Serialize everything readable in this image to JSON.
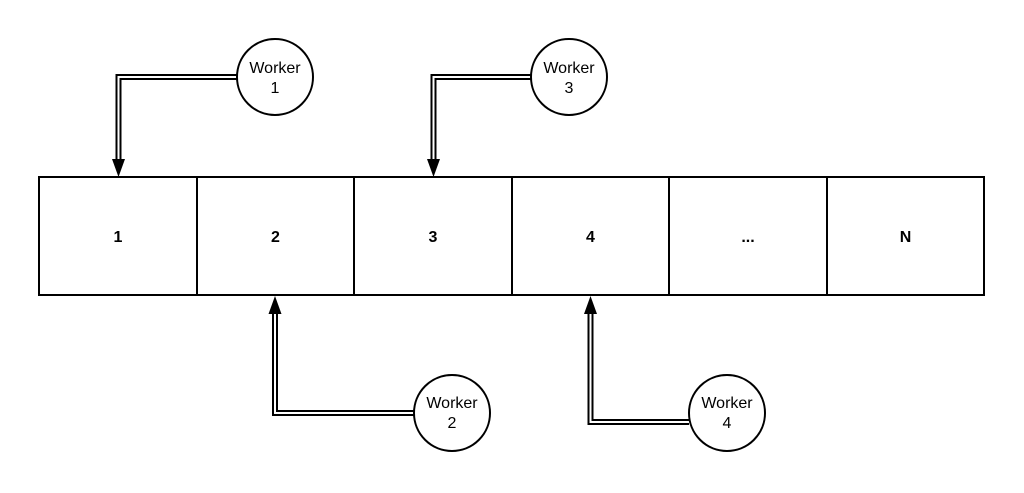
{
  "cells": [
    {
      "label": "1"
    },
    {
      "label": "2"
    },
    {
      "label": "3"
    },
    {
      "label": "4"
    },
    {
      "label": "..."
    },
    {
      "label": "N"
    }
  ],
  "workers": [
    {
      "line1": "Worker",
      "line2": "1",
      "target_cell": 0,
      "side": "top"
    },
    {
      "line1": "Worker",
      "line2": "2",
      "target_cell": 1,
      "side": "bottom"
    },
    {
      "line1": "Worker",
      "line2": "3",
      "target_cell": 2,
      "side": "top"
    },
    {
      "line1": "Worker",
      "line2": "4",
      "target_cell": 3,
      "side": "bottom"
    }
  ],
  "colors": {
    "stroke": "#000000",
    "fill": "#ffffff",
    "text": "#000000"
  }
}
